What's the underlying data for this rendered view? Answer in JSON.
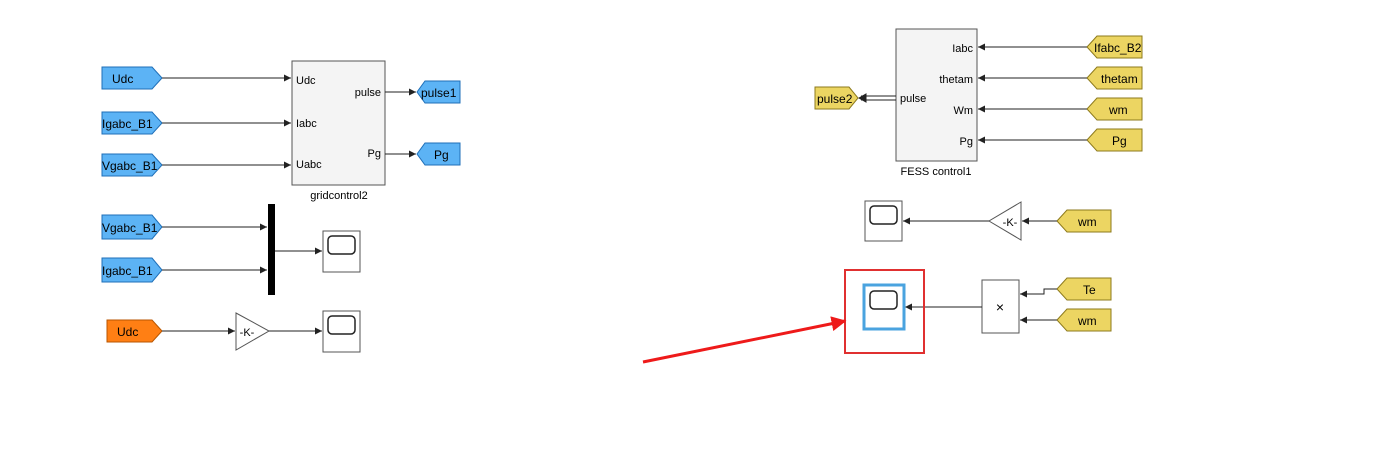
{
  "colors": {
    "blue_tag": "#5cb3f5",
    "blue_tag_border": "#1f6fb8",
    "orange_tag": "#ff7f14",
    "orange_tag_border": "#b85600",
    "yellow_tag": "#ecd562",
    "yellow_tag_border": "#8d7a1c",
    "block_fill": "#f4f4f4",
    "block_border": "#555555",
    "wire": "#222222",
    "highlight": "#e03030",
    "arrow": "#ee1a1a",
    "selected_scope": "#4aa3df"
  },
  "grid_side": {
    "tags": {
      "udc": "Udc",
      "igabc_b1": "Igabc_B1",
      "vgabc_b1": "Vgabc_B1",
      "pulse1": "pulse1",
      "pg": "Pg",
      "mux_vgabc": "Vgabc_B1",
      "mux_igabc": "Igabc_B1",
      "udc_orange": "Udc"
    },
    "gridcontrol": {
      "name": "gridcontrol2",
      "ports_in": [
        "Udc",
        "Iabc",
        "Uabc"
      ],
      "ports_out": [
        "pulse",
        "Pg"
      ]
    },
    "gain_label": "-K-"
  },
  "fess_side": {
    "tags_in": [
      "Ifabc_B2",
      "thetam",
      "wm",
      "Pg"
    ],
    "pulse2": "pulse2",
    "block": {
      "name": "FESS control1",
      "ports_in": [
        "Iabc",
        "thetam",
        "Wm",
        "Pg"
      ],
      "port_out": "pulse"
    },
    "gain_label": "-K-",
    "gain_tag": "wm",
    "product_symbol": "×",
    "product_tags": [
      "Te",
      "wm"
    ]
  }
}
